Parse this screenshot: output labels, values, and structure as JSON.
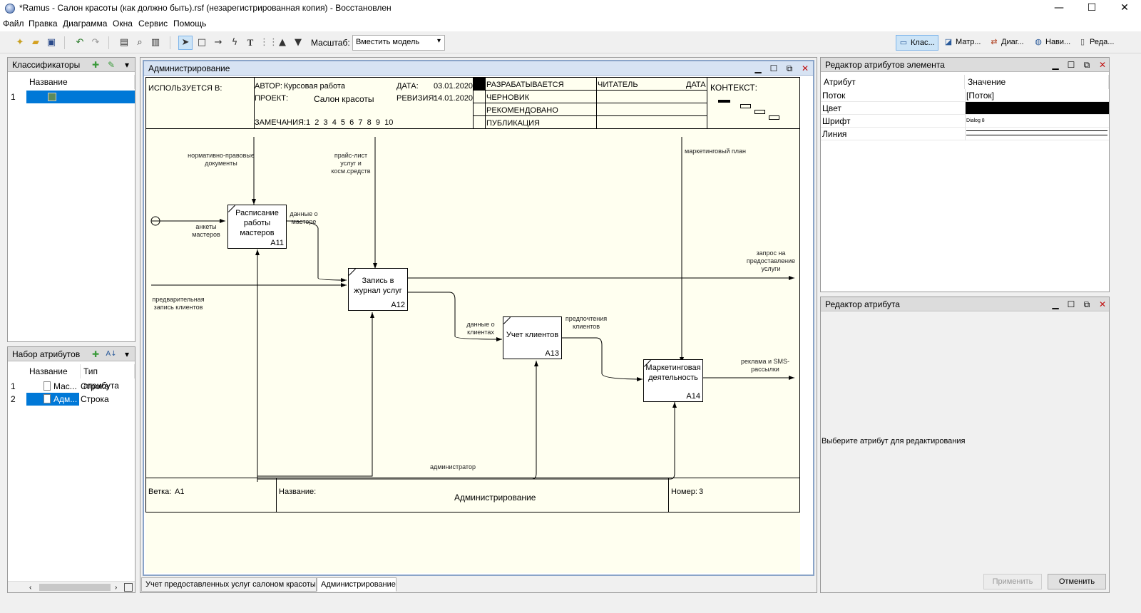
{
  "window": {
    "title": "*Ramus - Салон красоты (как должно быть).rsf (незарегистрированная копия) - Восстановлен",
    "minimize": "—",
    "maximize": "☐",
    "close": "✕"
  },
  "menu": [
    "Файл",
    "Правка",
    "Диаграмма",
    "Окна",
    "Сервис",
    "Помощь"
  ],
  "toolbar": {
    "scale_label": "Масштаб:",
    "scale_value": "Вместить модель",
    "right_buttons": [
      "Клас...",
      "Матр...",
      "Диаг...",
      "Нави...",
      "Реда..."
    ]
  },
  "classifiers": {
    "title": "Классификаторы",
    "column": "Название",
    "rows": [
      {
        "num": "1",
        "name": ""
      }
    ]
  },
  "attribute_set": {
    "title": "Набор атрибутов",
    "columns": [
      "Название",
      "Тип атрибута"
    ],
    "rows": [
      {
        "num": "1",
        "name": "Мас...",
        "type": "Строка"
      },
      {
        "num": "2",
        "name": "Адм...",
        "type": "Строка"
      }
    ]
  },
  "diagram": {
    "window_title": "Администрирование",
    "header": {
      "used_in": "ИСПОЛЬЗУЕТСЯ В:",
      "author_label": "АВТОР:",
      "author": "Курсовая работа",
      "project_label": "ПРОЕКТ:",
      "project": "Салон красоты",
      "notes_label": "ЗАМЕЧАНИЯ:",
      "notes": "1  2  3  4  5  6  7  8  9  10",
      "date_label": "ДАТА:",
      "date": "03.01.2020",
      "rev_label": "РЕВИЗИЯ:",
      "rev": "14.01.2020",
      "status": [
        "РАЗРАБАТЫВАЕТСЯ",
        "ЧЕРНОВИК",
        "РЕКОМЕНДОВАНО",
        "ПУБЛИКАЦИЯ"
      ],
      "reader": "ЧИТАТЕЛЬ",
      "reader_date": "ДАТА",
      "context": "КОНТЕКСТ:"
    },
    "boxes": [
      {
        "name": "Расписание работы мастеров",
        "num": "A11"
      },
      {
        "name": "Запись в журнал услуг",
        "num": "A12"
      },
      {
        "name": "Учет клиентов",
        "num": "A13"
      },
      {
        "name": "Маркетинговая деятельность",
        "num": "A14"
      }
    ],
    "arrows": {
      "norm_docs": "нормативно-правовые документы",
      "price_list": "прайс-лист услуг и косм.средств",
      "marketing_plan": "маркетинговый план",
      "master_forms": "анкеты мастеров",
      "master_data": "данные о мастере",
      "request": "запрос на предоставление услуги",
      "pre_booking": "предварительная запись клиентов",
      "client_data": "данные о клиентах",
      "preferences": "предпочтения клиентов",
      "ads": "реклама и SMS-рассылки",
      "admin": "администратор"
    },
    "footer": {
      "node_label": "Ветка:",
      "node": "A1",
      "title_label": "Название:",
      "title": "Администрирование",
      "number_label": "Номер:",
      "number": "3"
    }
  },
  "tabs": [
    "Учет предоставленных услуг салоном красоты",
    "Администрирование"
  ],
  "element_editor": {
    "title": "Редактор атрибутов элемента",
    "columns": [
      "Атрибут",
      "Значение"
    ],
    "rows": [
      {
        "attr": "Поток",
        "value": "[Поток]"
      },
      {
        "attr": "Цвет",
        "value": ""
      },
      {
        "attr": "Шрифт",
        "value": "Dialog 8"
      },
      {
        "attr": "Линия",
        "value": ""
      }
    ],
    "color_value": "#000000"
  },
  "attribute_editor": {
    "title": "Редактор атрибута",
    "hint": "Выберите атрибут для редактирования",
    "apply": "Применить",
    "cancel": "Отменить"
  }
}
